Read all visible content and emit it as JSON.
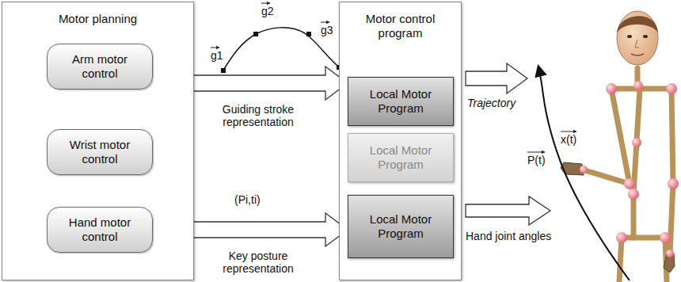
{
  "diagram": {
    "nodes": [
      {
        "text": [
          "Motor planning"
        ]
      },
      {
        "text": [
          "Arm motor control"
        ],
        "in": 0
      },
      {
        "text": [
          "Wrist motor control"
        ],
        "in": 0
      },
      {
        "text": [
          "Hand motor control"
        ],
        "in": 0
      },
      {
        "text": [
          "Motor control program"
        ]
      },
      {
        "text": [
          "Local Motor Program"
        ],
        "in": 4
      },
      {
        "text": [
          "Local Motor Program"
        ],
        "in": 4
      },
      {
        "text": [
          "Local Motor Program"
        ],
        "in": 4
      }
    ],
    "edges": [
      {
        "from": 1,
        "to": 5,
        "arrow": "to",
        "label": "Guiding stroke representation"
      },
      {
        "from": 3,
        "to": 7,
        "arrow": "to",
        "label": "Key posture representation"
      }
    ],
    "labels": [
      "g1",
      "g2",
      "g3",
      "(Pi,ti)",
      "Trajectory",
      "Hand joint angles",
      "x(t)",
      "P(t)"
    ]
  }
}
